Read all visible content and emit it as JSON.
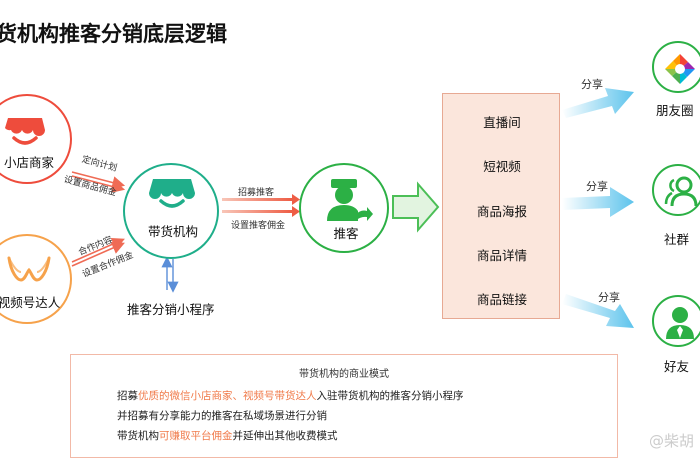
{
  "title": "货机构推客分销底层逻辑",
  "nodes": {
    "shop": "小店商家",
    "talent": "视频号达人",
    "agency": "带货机构",
    "promoter": "推客",
    "miniprogram": "推客分销小程序",
    "moments": "朋友圈",
    "community": "社群",
    "friends": "好友"
  },
  "edges": {
    "shop_top": "定向计划",
    "shop_bottom": "设置商品佣金",
    "talent_top": "合作内容",
    "talent_bottom": "设置合作佣金",
    "agency_top": "招募推客",
    "agency_bottom": "设置推客佣金",
    "share1": "分享",
    "share2": "分享",
    "share3": "分享"
  },
  "panel": [
    "直播间",
    "短视频",
    "商品海报",
    "商品详情",
    "商品链接"
  ],
  "info": {
    "title": "带货机构的商业模式",
    "line1_a": "招募",
    "line1_hl": "优质的微信小店商家、视频号带货达人",
    "line1_b": "入驻带货机构的推客分销小程序",
    "line2": "并招募有分享能力的推客在私域场景进行分销",
    "line3_a": "带货机构",
    "line3_hl": "可赚取平台佣金",
    "line3_b": "并延伸出其他收费模式"
  },
  "watermark": "@柴胡",
  "colors": {
    "red": "#ee4c3c",
    "orange": "#f6a24b",
    "teal": "#1fae8a",
    "green": "#2cb045",
    "arrow_blue": "#63c7ee",
    "arrow_red": "#ef6b55"
  }
}
